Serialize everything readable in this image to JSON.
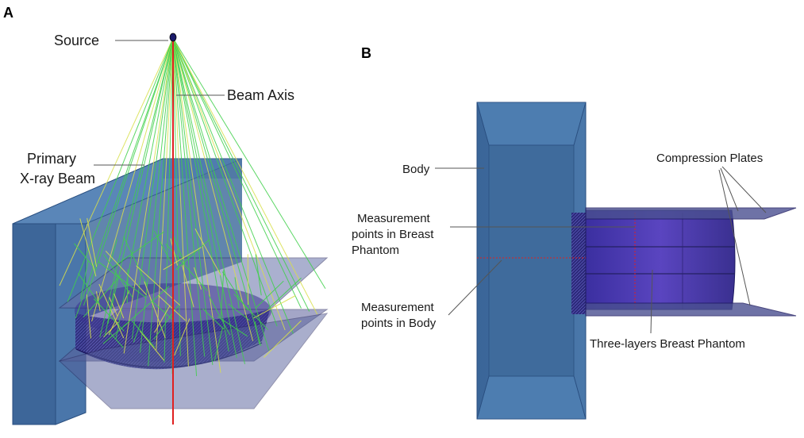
{
  "panel_a": {
    "letter": "A",
    "labels": {
      "source": "Source",
      "beam_axis": "Beam Axis",
      "primary_line1": "Primary",
      "primary_line2": "X-ray Beam"
    }
  },
  "panel_b": {
    "letter": "B",
    "labels": {
      "body": "Body",
      "compression_plates": "Compression Plates",
      "mp_breast_line1": "Measurement",
      "mp_breast_line2": "points in Breast",
      "mp_breast_line3": "Phantom",
      "mp_body_line1": "Measurement",
      "mp_body_line2": "points in Body",
      "three_layers": "Three-layers Breast Phantom"
    }
  },
  "colors": {
    "body_blue": "#3f6b9c",
    "phantom_purple": "#4a35a8",
    "beam_green": "#3fd04a",
    "beam_yellow": "#d8e04a",
    "axis_red": "#e02020"
  }
}
